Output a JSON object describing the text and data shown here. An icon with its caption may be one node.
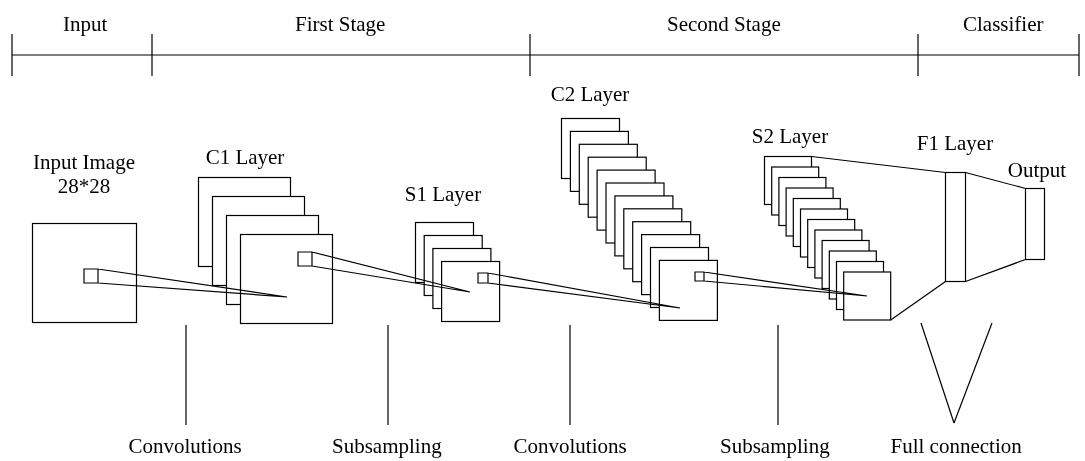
{
  "diagram": {
    "nodes": [
      {
        "text": [
          "Input Image 28*28"
        ]
      },
      {
        "text": [
          "C1 Layer"
        ]
      },
      {
        "text": [
          "S1 Layer"
        ]
      },
      {
        "text": [
          "C2 Layer"
        ]
      },
      {
        "text": [
          "S2 Layer"
        ]
      },
      {
        "text": [
          "F1 Layer"
        ]
      },
      {
        "text": [
          "Output"
        ]
      },
      {
        "text": [
          "Convolutions"
        ]
      },
      {
        "text": [
          "Subsampling"
        ]
      },
      {
        "text": [
          "Convolutions"
        ]
      },
      {
        "text": [
          "Subsampling"
        ]
      },
      {
        "text": [
          "Full connection"
        ]
      }
    ],
    "edges": [
      {
        "from": 0,
        "to": 1,
        "arrow": "none"
      },
      {
        "from": 1,
        "to": 2,
        "arrow": "none"
      },
      {
        "from": 2,
        "to": 3,
        "arrow": "none"
      },
      {
        "from": 3,
        "to": 4,
        "arrow": "none"
      },
      {
        "from": 4,
        "to": 5,
        "arrow": "none"
      },
      {
        "from": 4,
        "to": 5,
        "arrow": "none"
      },
      {
        "from": 5,
        "to": 6,
        "arrow": "none"
      },
      {
        "from": 5,
        "to": 6,
        "arrow": "none"
      },
      {
        "from": 7,
        "to": 1,
        "arrow": "none"
      },
      {
        "from": 8,
        "to": null,
        "arrow": "none"
      },
      {
        "from": 9,
        "to": 3,
        "arrow": "none"
      },
      {
        "from": 10,
        "to": 4,
        "arrow": "none"
      },
      {
        "from": 11,
        "to": null,
        "arrow": "none"
      },
      {
        "from": 11,
        "to": null,
        "arrow": "none"
      }
    ],
    "labels": [
      "Input",
      "First Stage",
      "Second Stage",
      "Classifier"
    ]
  }
}
